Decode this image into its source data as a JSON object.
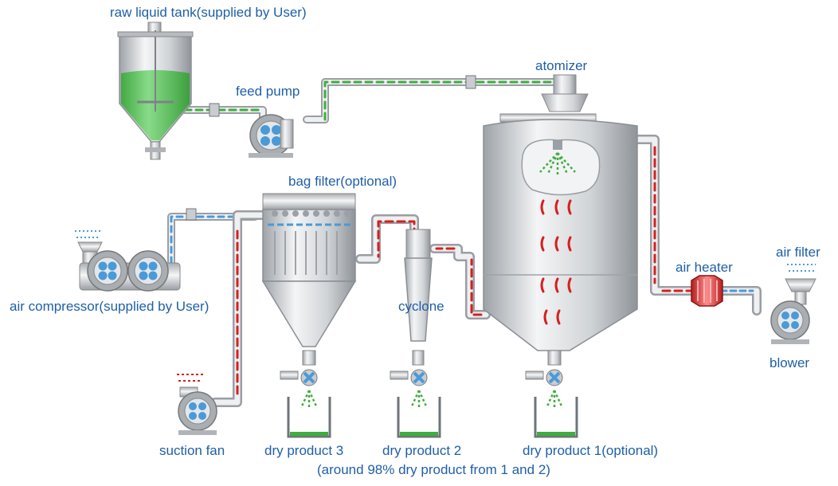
{
  "labels": {
    "raw_liquid_tank": "raw liquid tank(supplied by User)",
    "feed_pump": "feed pump",
    "atomizer": "atomizer",
    "bag_filter": "bag filter(optional)",
    "air_compressor": "air compressor(supplied by User)",
    "cyclone": "cyclone",
    "air_heater": "air heater",
    "air_filter": "air filter",
    "blower": "blower",
    "suction_fan": "suction fan",
    "dry_product_3": "dry product 3",
    "dry_product_2": "dry product 2",
    "dry_product_1": "dry product 1(optional)",
    "footnote": "(around 98% dry product from 1 and 2)"
  },
  "colors": {
    "label": "#1f5fa8",
    "liquid": "#4cc04c",
    "hot_air": "#d62020",
    "cool_air": "#4a9ad8",
    "steel": "#c9cdd1",
    "fan_blade": "#4a9ad8"
  }
}
